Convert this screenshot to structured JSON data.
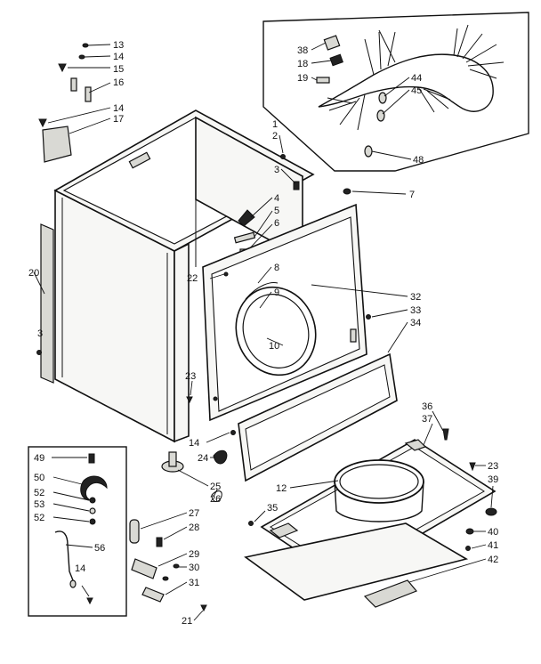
{
  "callouts": [
    {
      "id": "c13",
      "text": "13"
    },
    {
      "id": "c14a",
      "text": "14"
    },
    {
      "id": "c15",
      "text": "15"
    },
    {
      "id": "c16",
      "text": "16"
    },
    {
      "id": "c14b",
      "text": "14"
    },
    {
      "id": "c17",
      "text": "17"
    },
    {
      "id": "c1",
      "text": "1"
    },
    {
      "id": "c2",
      "text": "2"
    },
    {
      "id": "c3a",
      "text": "3"
    },
    {
      "id": "c7",
      "text": "7"
    },
    {
      "id": "c4",
      "text": "4"
    },
    {
      "id": "c5",
      "text": "5"
    },
    {
      "id": "c6",
      "text": "6"
    },
    {
      "id": "c20",
      "text": "20"
    },
    {
      "id": "c3b",
      "text": "3"
    },
    {
      "id": "c22",
      "text": "22"
    },
    {
      "id": "c8",
      "text": "8"
    },
    {
      "id": "c9",
      "text": "9"
    },
    {
      "id": "c10",
      "text": "10"
    },
    {
      "id": "c32",
      "text": "32"
    },
    {
      "id": "c33",
      "text": "33"
    },
    {
      "id": "c34",
      "text": "34"
    },
    {
      "id": "c23a",
      "text": "23"
    },
    {
      "id": "c14c",
      "text": "14"
    },
    {
      "id": "c24",
      "text": "24"
    },
    {
      "id": "c25",
      "text": "25"
    },
    {
      "id": "c26",
      "text": "26"
    },
    {
      "id": "c27",
      "text": "27"
    },
    {
      "id": "c28",
      "text": "28"
    },
    {
      "id": "c29",
      "text": "29"
    },
    {
      "id": "c30",
      "text": "30"
    },
    {
      "id": "c31",
      "text": "31"
    },
    {
      "id": "c21",
      "text": "21"
    },
    {
      "id": "c12",
      "text": "12"
    },
    {
      "id": "c35",
      "text": "35"
    },
    {
      "id": "c36",
      "text": "36"
    },
    {
      "id": "c37",
      "text": "37"
    },
    {
      "id": "c23b",
      "text": "23"
    },
    {
      "id": "c39",
      "text": "39"
    },
    {
      "id": "c40",
      "text": "40"
    },
    {
      "id": "c41",
      "text": "41"
    },
    {
      "id": "c42",
      "text": "42"
    },
    {
      "id": "c38",
      "text": "38"
    },
    {
      "id": "c18",
      "text": "18"
    },
    {
      "id": "c19",
      "text": "19"
    },
    {
      "id": "c44",
      "text": "44"
    },
    {
      "id": "c45",
      "text": "45"
    },
    {
      "id": "c48",
      "text": "48"
    },
    {
      "id": "c49",
      "text": "49"
    },
    {
      "id": "c50",
      "text": "50"
    },
    {
      "id": "c52a",
      "text": "52"
    },
    {
      "id": "c53",
      "text": "53"
    },
    {
      "id": "c52b",
      "text": "52"
    },
    {
      "id": "c56",
      "text": "56"
    },
    {
      "id": "c14d",
      "text": "14"
    }
  ]
}
